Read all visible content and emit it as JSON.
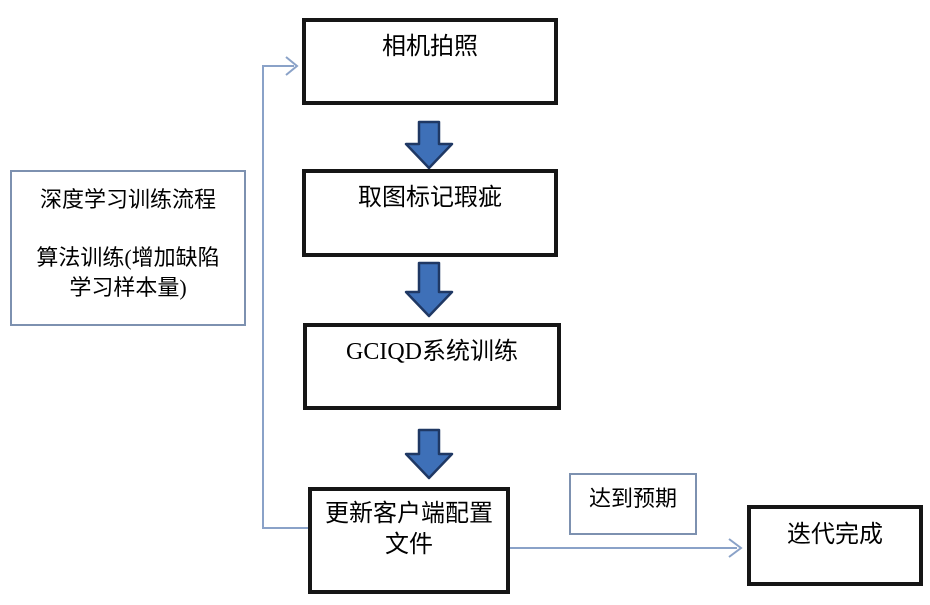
{
  "flowchart": {
    "left_note": {
      "line1": "深度学习训练流程",
      "line2": "算法训练(增加缺陷",
      "line3": "学习样本量)"
    },
    "steps": [
      {
        "label": "相机拍照"
      },
      {
        "label": "取图标记瑕疵"
      },
      {
        "label": "GCIQD系统训练"
      },
      {
        "lines": [
          "更新客户端配置",
          "文件"
        ]
      }
    ],
    "branch_label": "达到预期",
    "end_label": "迭代完成"
  },
  "colors": {
    "background": "#ffffff",
    "text": "#000000",
    "node_border": "#161616",
    "thin_border": "#7d91b0",
    "connector_line": "#8aa2c8",
    "block_arrow_fill": "#3e70b8",
    "block_arrow_stroke": "#1f3864"
  }
}
